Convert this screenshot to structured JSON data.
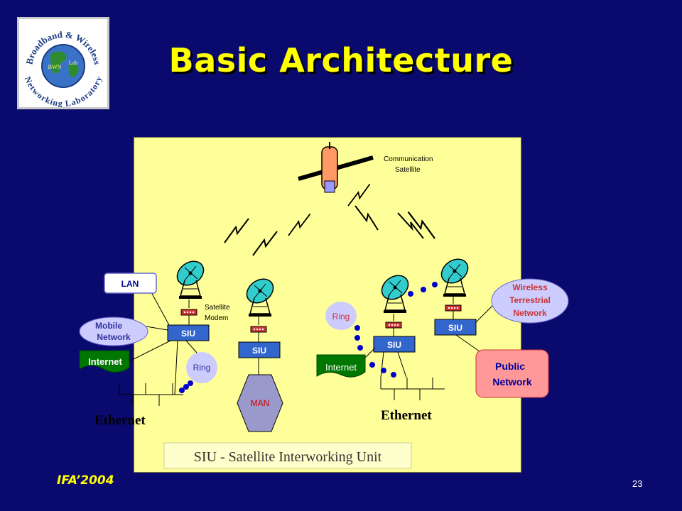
{
  "slide": {
    "title": "Basic Architecture",
    "footer_left": "IFA’2004",
    "page_number": "23"
  },
  "logo": {
    "top_text": "Broadband & Wireless",
    "bottom_text": "Networking Laboratory",
    "center_left": "BWN",
    "center_right": "Lab"
  },
  "diagram": {
    "satellite_label_1": "Communication",
    "satellite_label_2": "Satellite",
    "modem_label_1": "Satellite",
    "modem_label_2": "Modem",
    "siu": "SIU",
    "lan": "LAN",
    "mobile_network_1": "Mobile",
    "mobile_network_2": "Network",
    "internet": "Internet",
    "ring": "Ring",
    "man": "MAN",
    "ethernet": "Ethernet",
    "wireless_1": "Wireless",
    "wireless_2": "Terrestrial",
    "wireless_3": "Network",
    "public_1": "Public",
    "public_2": "Network",
    "legend": "SIU - Satellite Interworking Unit"
  },
  "colors": {
    "background": "#0a0a6e",
    "title": "#ffff00",
    "panel": "#ffff99",
    "dish": "#33cccc",
    "siu": "#3366cc",
    "internet": "#007700",
    "ring": "#ccccff",
    "man": "#9999cc",
    "public": "#ff9999",
    "dots": "#0000cc"
  }
}
